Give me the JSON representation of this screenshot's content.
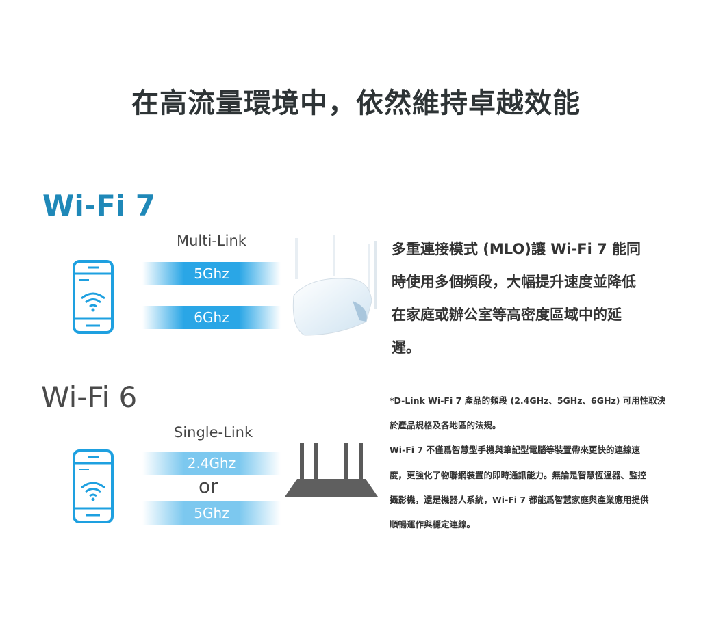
{
  "heading": "在高流量環境中，依然維持卓越效能",
  "wifi7": {
    "title": "Wi-Fi 7",
    "link_label": "Multi-Link",
    "bands": [
      "5Ghz",
      "6Ghz"
    ],
    "description_lines": [
      "多重連接模式 (MLO)讓 Wi-Fi 7 能同",
      "時使用多個頻段，大幅提升速度並降低",
      "在家庭或辦公室等高密度區域中的延",
      "遲。"
    ]
  },
  "wifi6": {
    "title": "Wi-Fi 6",
    "link_label": "Single-Link",
    "bands": [
      "2.4Ghz",
      "5Ghz"
    ],
    "or_label": "or"
  },
  "notes": [
    "*D-Link Wi-Fi 7 產品的頻段 (2.4GHz、5GHz、6GHz) 可用性取決",
    "於產品規格及各地區的法規。",
    "Wi-Fi 7 不僅爲智慧型手機與筆記型電腦等裝置帶來更快的連線速",
    "度，更強化了物聯網裝置的即時通訊能力。無論是智慧恆溫器、監控",
    "攝影機，還是機器人系統，Wi-Fi 7 都能爲智慧家庭與產業應用提供",
    "順暢運作與穩定連線。"
  ],
  "colors": {
    "accent": "#1f88b8",
    "band": "#2aa6e6",
    "router": "#5a5a5a"
  },
  "icons": [
    "smartphone-wifi-icon",
    "white-router-image",
    "dark-router-image"
  ]
}
